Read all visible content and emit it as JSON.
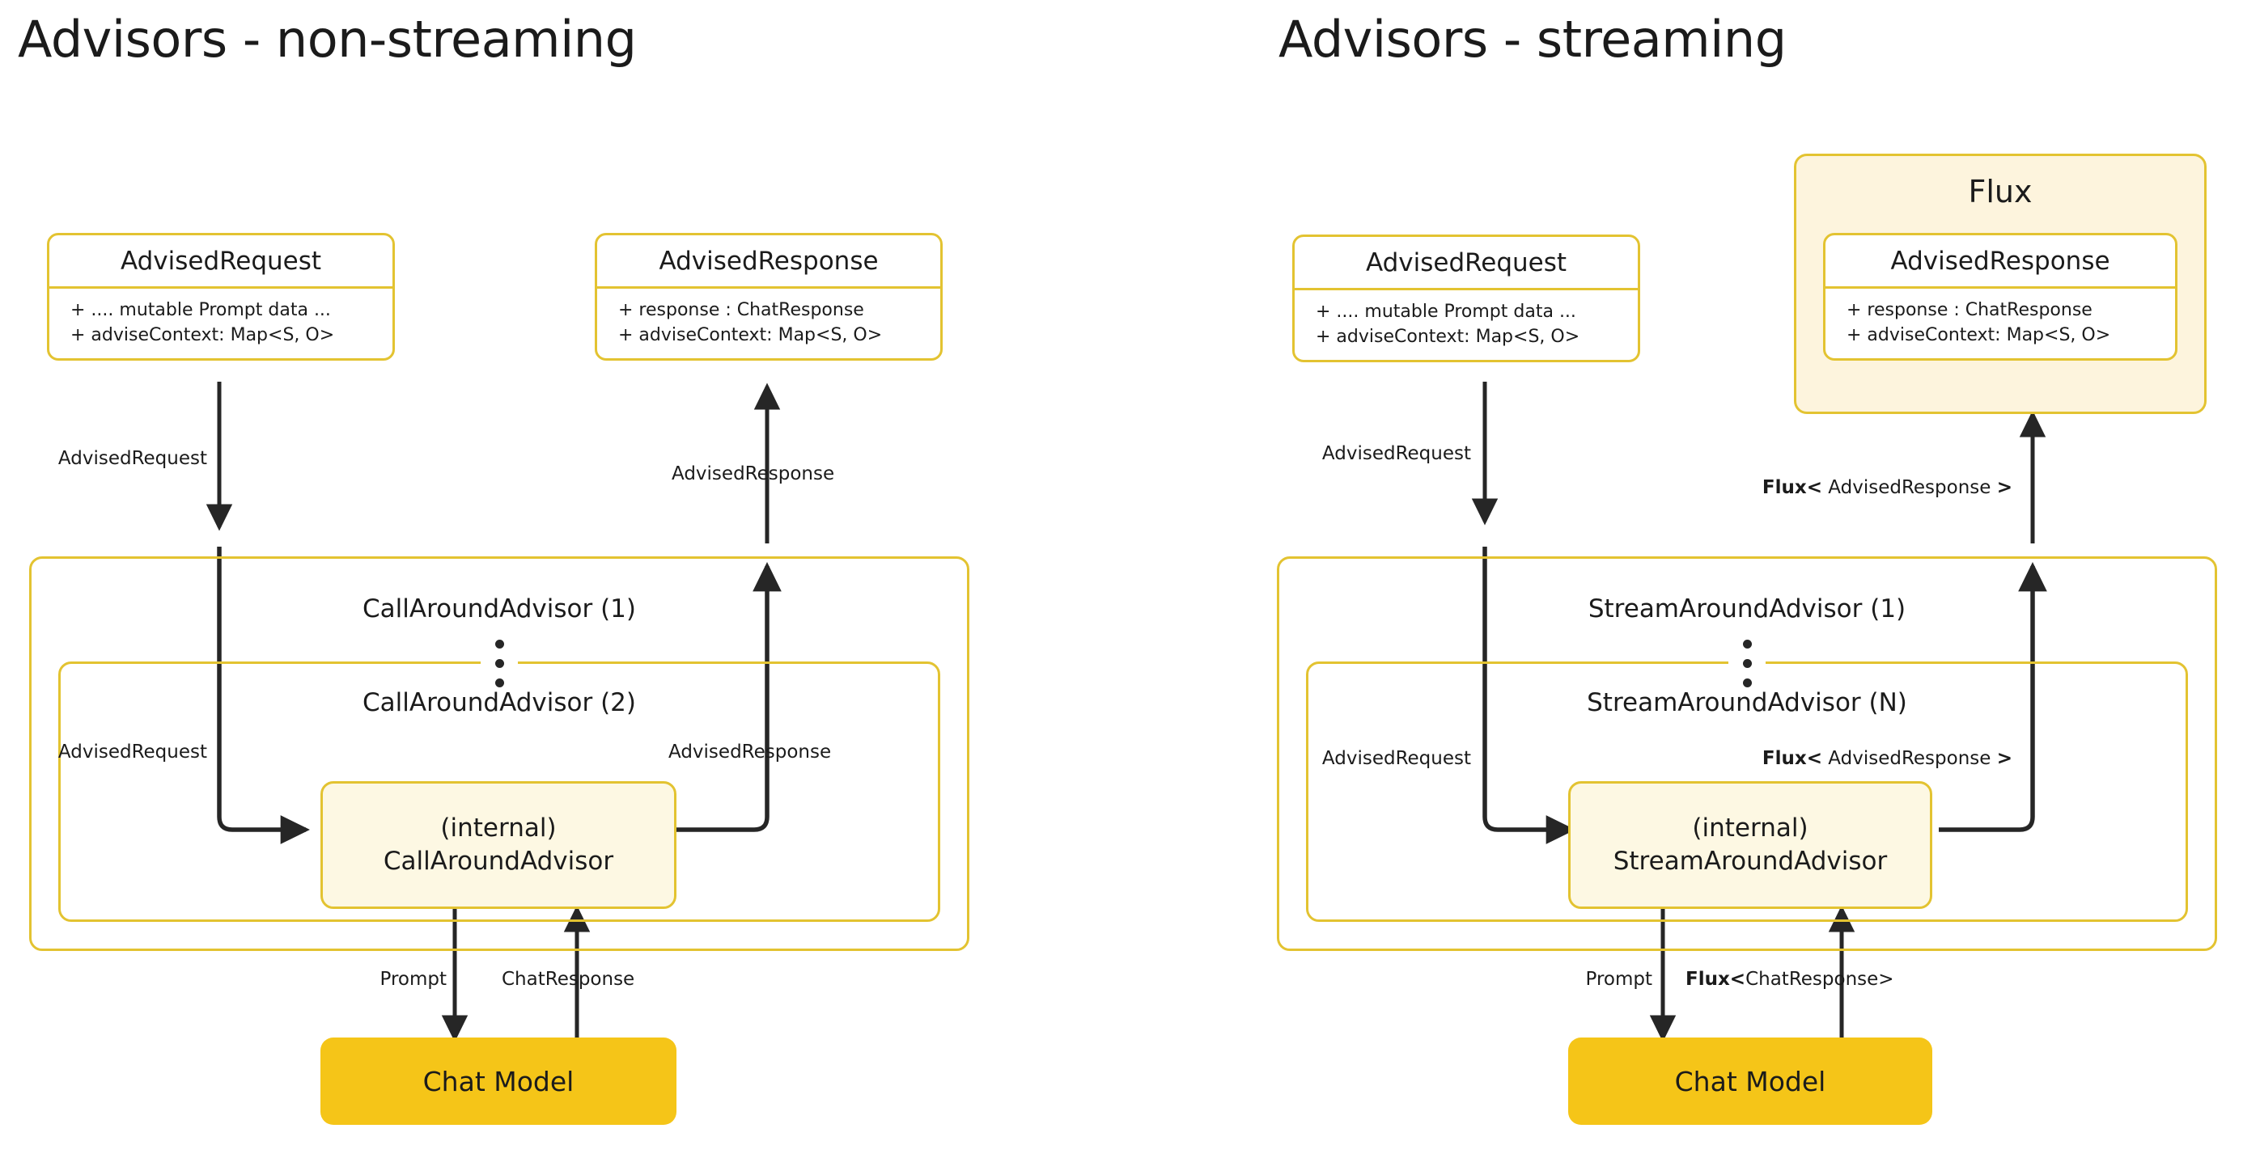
{
  "diagrams": [
    {
      "title": "Advisors - non-streaming",
      "request_box": {
        "title": "AdvisedRequest",
        "fields": [
          "+ .... mutable Prompt data ...",
          "+ adviseContext: Map<S, O>"
        ]
      },
      "response_box": {
        "title": "AdvisedResponse",
        "fields": [
          "+ response : ChatResponse",
          "+ adviseContext: Map<S, O>"
        ]
      },
      "outer_advisor_label": "CallAroundAdvisor (1)",
      "inner_advisor_label": "CallAroundAdvisor (2)",
      "internal_box": {
        "line1": "(internal)",
        "line2": "CallAroundAdvisor"
      },
      "chat_model": "Chat Model",
      "edges": {
        "top_request": "AdvisedRequest",
        "top_response": "AdvisedResponse",
        "inner_request": "AdvisedRequest",
        "inner_response": "AdvisedResponse",
        "prompt": "Prompt",
        "chat_response_plain": "ChatResponse"
      }
    },
    {
      "title": "Advisors - streaming",
      "request_box": {
        "title": "AdvisedRequest",
        "fields": [
          "+ .... mutable Prompt data ...",
          "+ adviseContext: Map<S, O>"
        ]
      },
      "flux_wrapper_title": "Flux",
      "response_box": {
        "title": "AdvisedResponse",
        "fields": [
          "+ response : ChatResponse",
          "+ adviseContext: Map<S, O>"
        ]
      },
      "outer_advisor_label": "StreamAroundAdvisor (1)",
      "inner_advisor_label": "StreamAroundAdvisor (N)",
      "internal_box": {
        "line1": "(internal)",
        "line2": "StreamAroundAdvisor"
      },
      "chat_model": "Chat Model",
      "edges": {
        "top_request": "AdvisedRequest",
        "top_response_bold": "Flux<",
        "top_response_mid": " AdvisedResponse ",
        "top_response_tail": ">",
        "inner_request": "AdvisedRequest",
        "inner_response_bold": "Flux<",
        "inner_response_mid": " AdvisedResponse ",
        "inner_response_tail": ">",
        "prompt": "Prompt",
        "chat_response_bold": "Flux<",
        "chat_response_rest": "ChatResponse>"
      }
    }
  ],
  "colors": {
    "border": "#e3c331",
    "internal_fill": "#fdf8e3",
    "flux_fill": "#fdf4dd",
    "chat_model_fill": "#f5c518",
    "text": "#1b1b1b",
    "wire": "#262626",
    "background": "#ffffff"
  }
}
